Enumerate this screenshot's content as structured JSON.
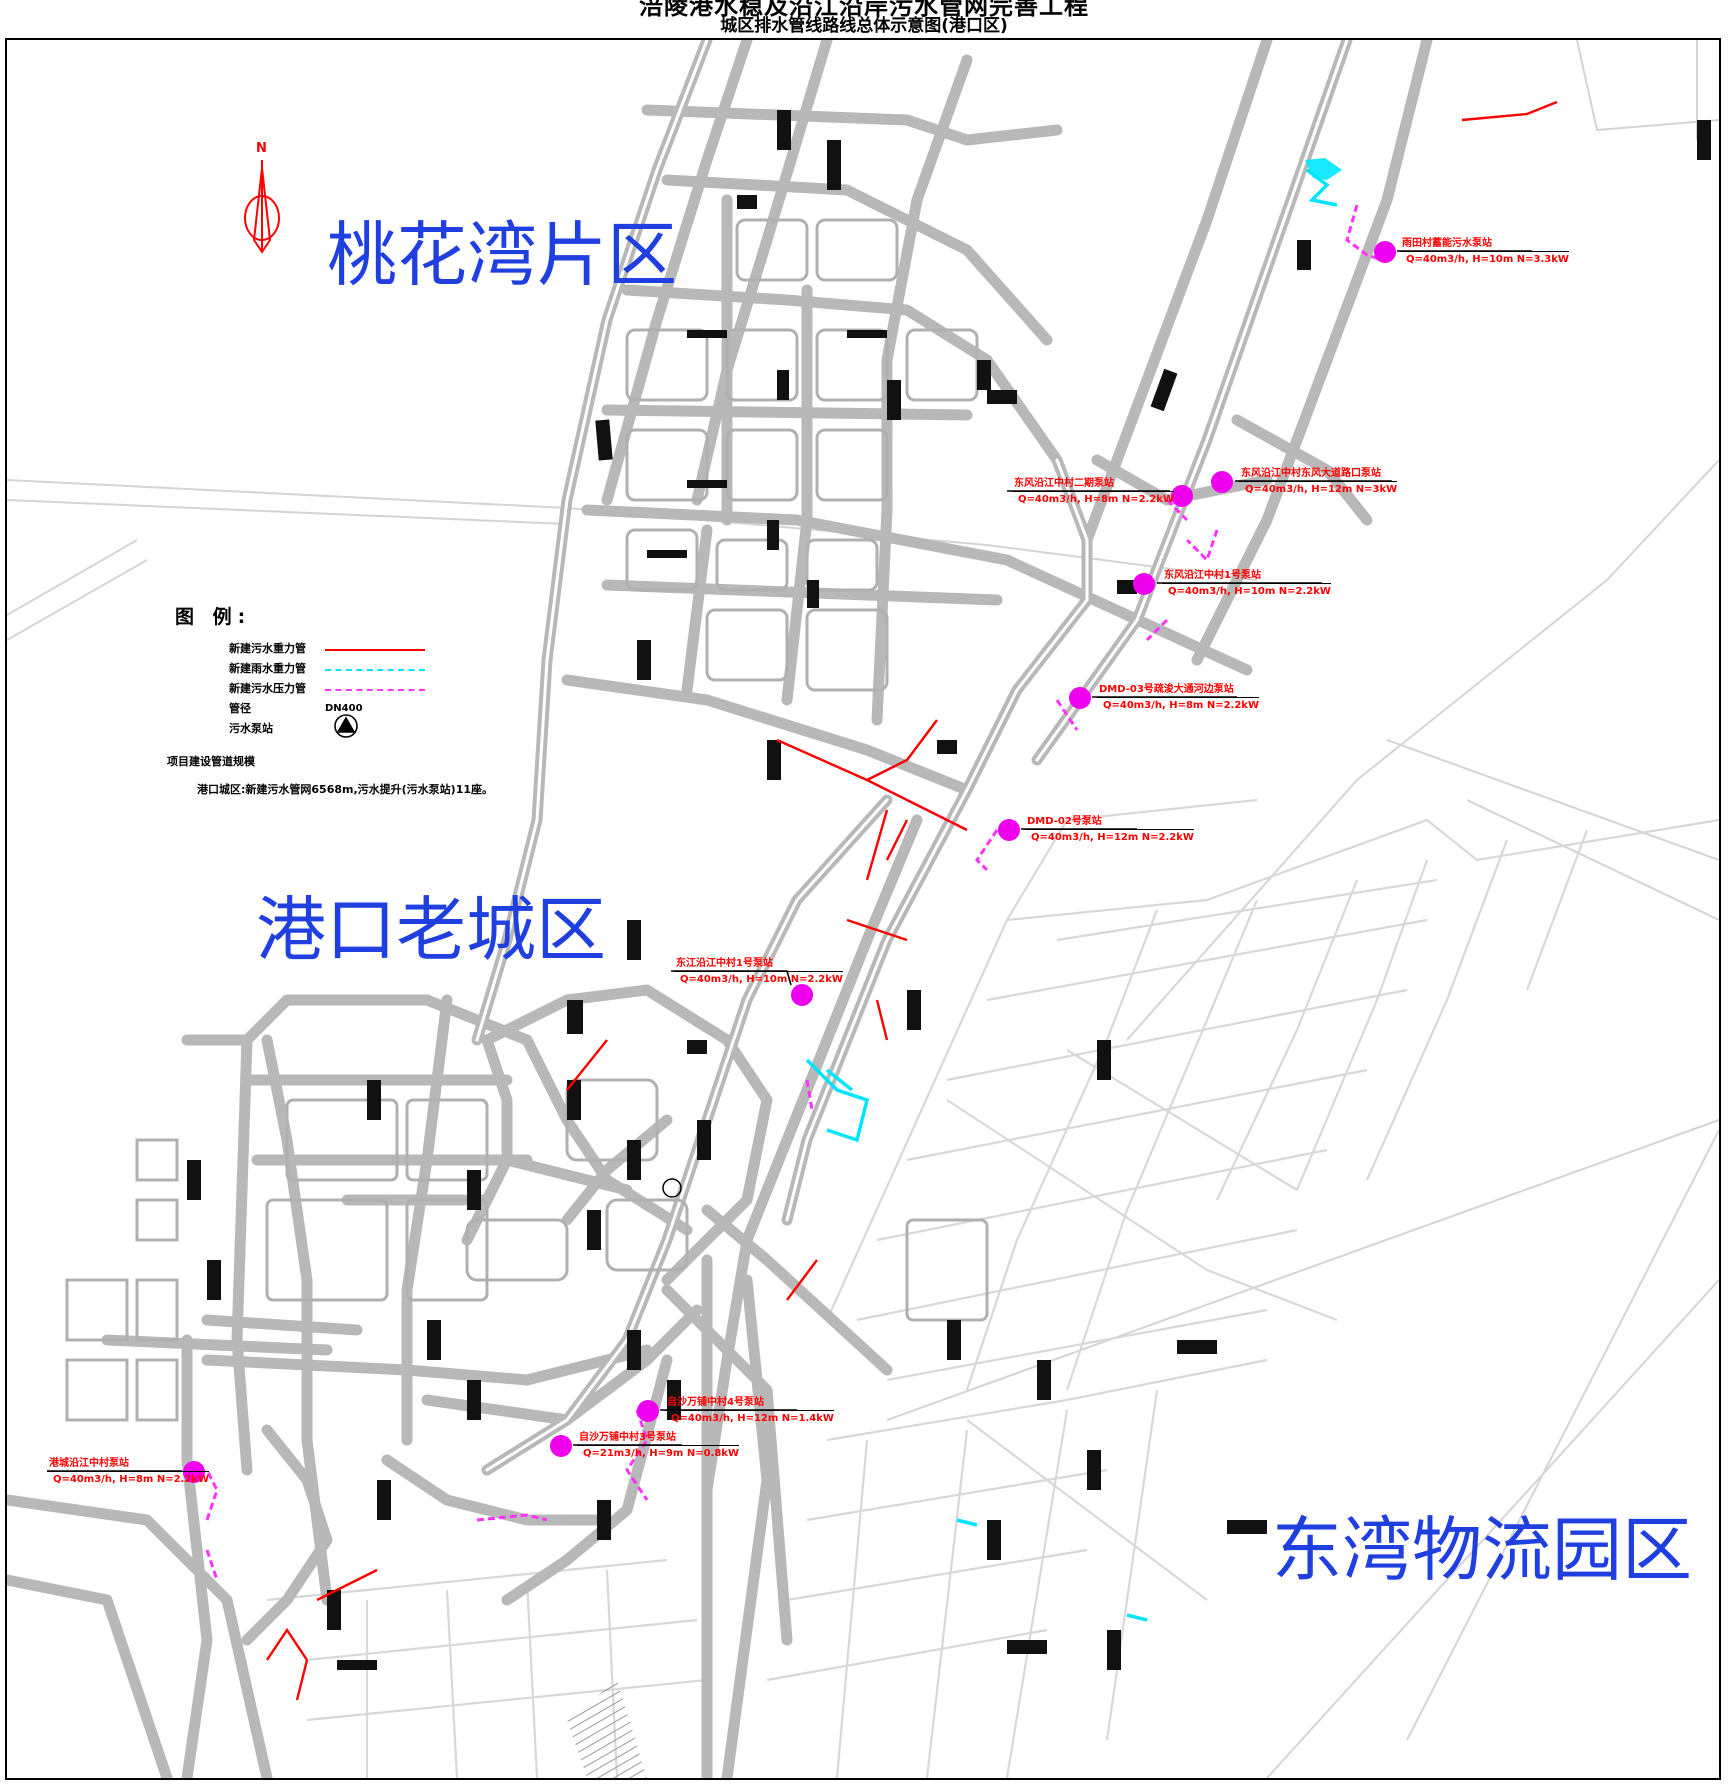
{
  "header": {
    "title": "涪陵港水稳及沿江沿岸污水管网完善工程",
    "subtitle": "城区排水管线路线总体示意图(港口区)"
  },
  "compass": {
    "letter": "N"
  },
  "districts": {
    "taohuawan": "桃花湾片区",
    "gangkou": "港口老城区",
    "dongwan": "东湾物流园区"
  },
  "legend": {
    "title": "图 例:",
    "items": [
      {
        "label": "新建污水重力管",
        "color": "#ff0000"
      },
      {
        "label": "新建雨水重力管",
        "color": "#00e5ff"
      },
      {
        "label": "新建污水压力管",
        "color": "#ff33ff"
      },
      {
        "label": "管径",
        "value": "DN400"
      },
      {
        "label": "污水泵站"
      }
    ],
    "note_heading": "项目建设管道规模",
    "note_text": "港口城区:新建污水管网6568m,污水提升(污水泵站)11座。"
  },
  "stations": [
    {
      "title": "雨田村蓄能污水泵站",
      "spec": "Q=40m3/h, H=10m N=3.3kW"
    },
    {
      "title": "东风沿江中村东风大道路口泵站",
      "spec": "Q=40m3/h, H=12m N=3kW"
    },
    {
      "title": "东风沿江中村二期泵站",
      "spec": "Q=40m3/h, H=8m N=2.2kW"
    },
    {
      "title": "东风沿江中村1号泵站",
      "spec": "Q=40m3/h, H=10m N=2.2kW"
    },
    {
      "title": "DMD-03号疏浚大通河边泵站",
      "spec": "Q=40m3/h, H=8m N=2.2kW"
    },
    {
      "title": "DMD-02号泵站",
      "spec": "Q=40m3/h, H=12m N=2.2kW"
    },
    {
      "title": "东江沿江中村1号泵站",
      "spec": "Q=40m3/h, H=10m N=2.2kW"
    },
    {
      "title": "自沙万铺中村4号泵站",
      "spec": "Q=40m3/h, H=12m N=1.4kW"
    },
    {
      "title": "自沙万铺中村3号泵站",
      "spec": "Q=21m3/h, H=9m N=0.8kW"
    },
    {
      "title": "港城沿江中村泵站",
      "spec": "Q=40m3/h, H=8m N=2.2kW"
    }
  ]
}
